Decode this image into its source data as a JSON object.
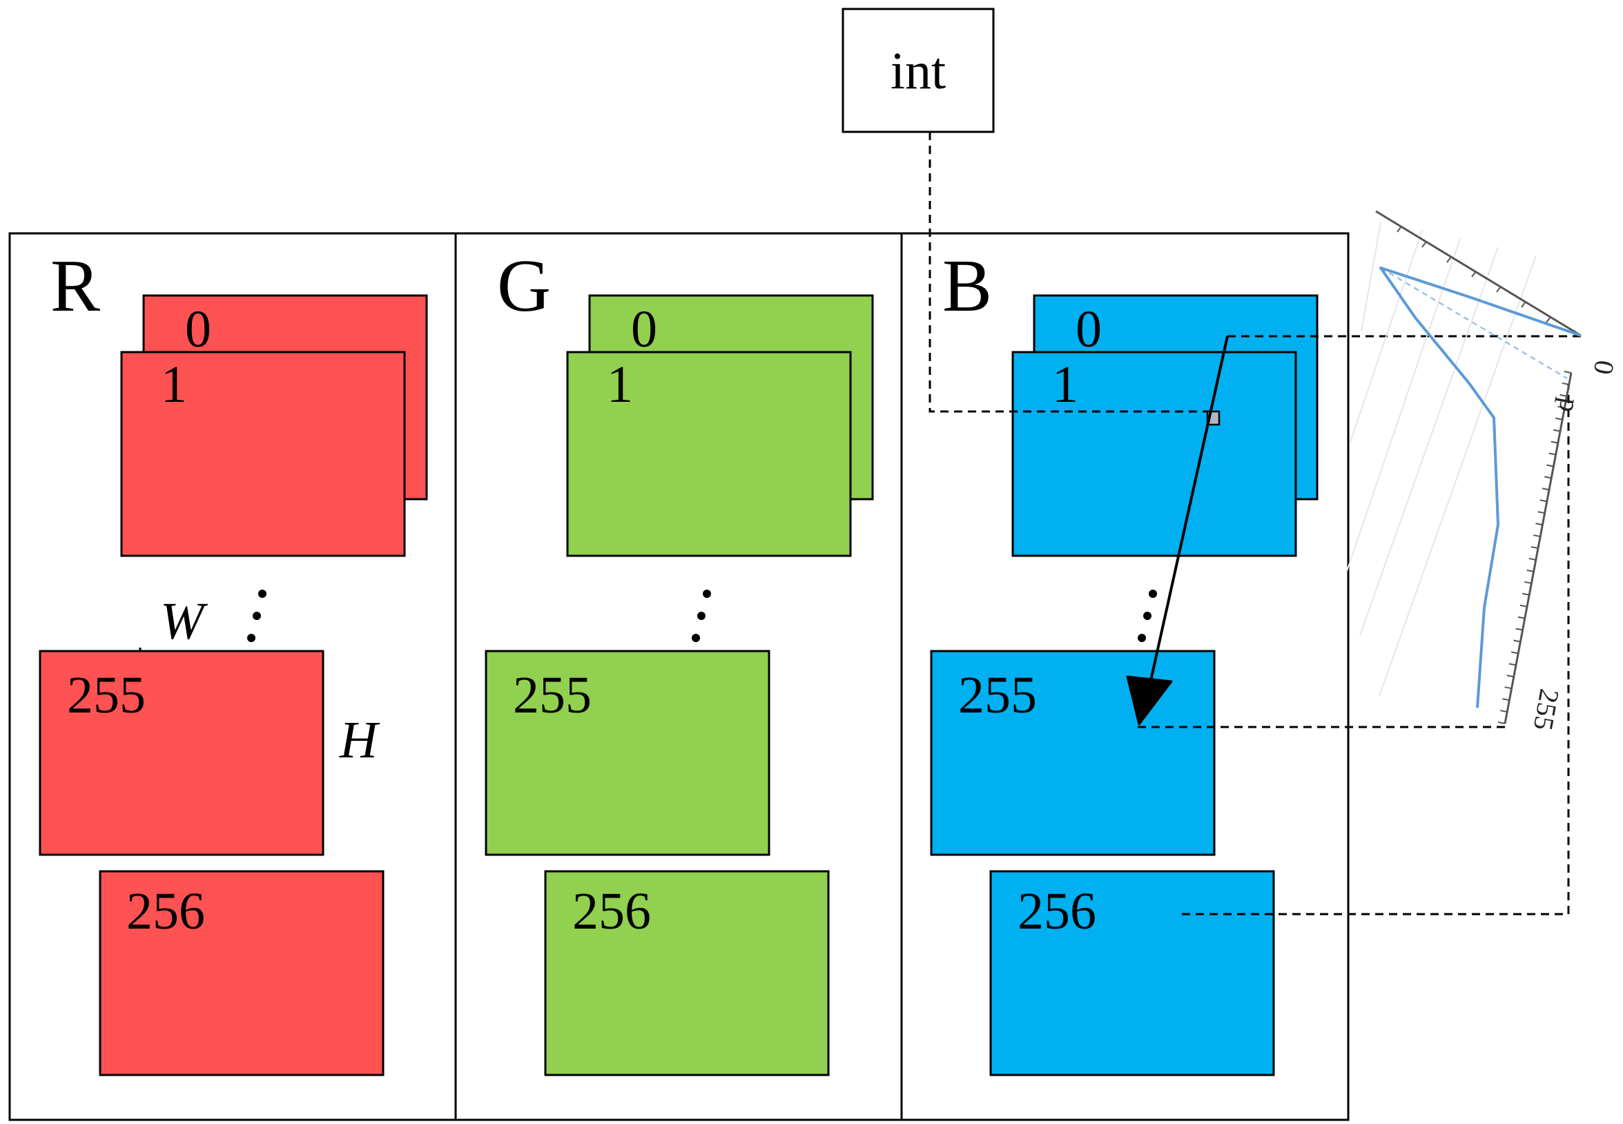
{
  "int_box": {
    "label": "int"
  },
  "panels": [
    {
      "channel": "R",
      "color": "#ff5252",
      "layers": [
        "0",
        "1",
        "255",
        "256"
      ]
    },
    {
      "channel": "G",
      "color": "#92d050",
      "layers": [
        "0",
        "1",
        "255",
        "256"
      ]
    },
    {
      "channel": "B",
      "color": "#00b0f0",
      "layers": [
        "0",
        "1",
        "255",
        "256"
      ]
    }
  ],
  "dimension_labels": {
    "width": "W",
    "height": "H"
  },
  "mini_plot": {
    "line_color": "#5b9bd5",
    "axis_labels": [
      "0",
      "255"
    ],
    "curve": [
      [
        0,
        0
      ],
      [
        1,
        0.2
      ],
      [
        3,
        0.5
      ],
      [
        5,
        0.6
      ],
      [
        8,
        0.7
      ],
      [
        10,
        0.72
      ],
      [
        12,
        0.72
      ],
      [
        16,
        0.73
      ],
      [
        25,
        0.74
      ]
    ]
  }
}
